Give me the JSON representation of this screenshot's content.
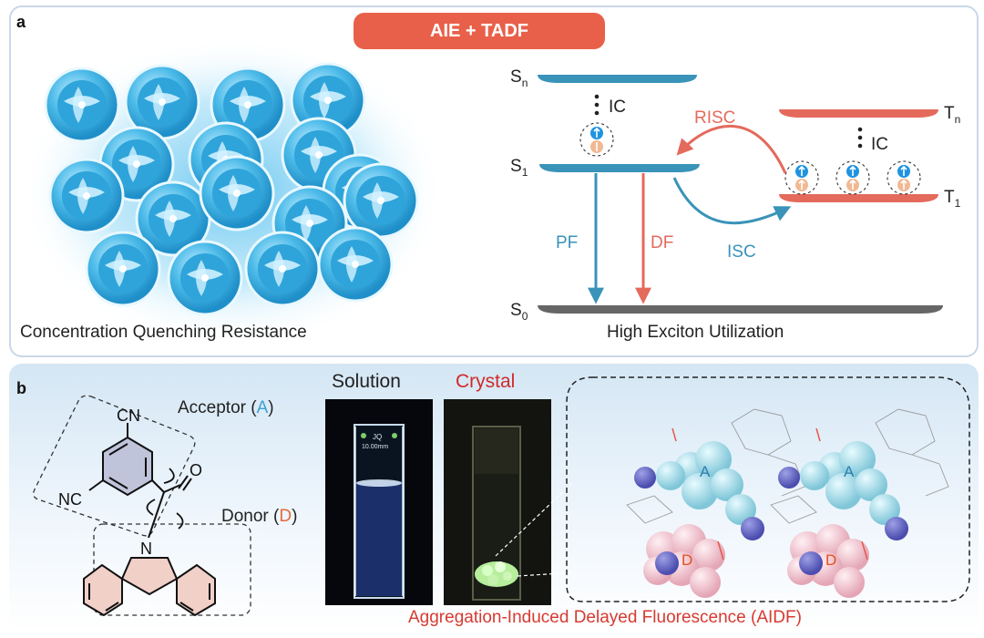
{
  "panel_a": {
    "label": "a",
    "banner": "AIE + TADF",
    "left_caption": "Concentration Quenching Resistance",
    "right_caption": "High Exciton Utilization",
    "levels": {
      "sn": "S",
      "s1": "S",
      "s0": "S",
      "tn": "T",
      "t1": "T",
      "sub_n": "n",
      "sub_1": "1",
      "sub_0": "0"
    },
    "transitions": {
      "ic_top": "IC",
      "ic_right": "IC",
      "risc": "RISC",
      "isc": "ISC",
      "pf": "PF",
      "df": "DF"
    },
    "colors": {
      "singlet": "#3a93b8",
      "triplet": "#e46a5c",
      "ground": "#666666",
      "banner": "#e9604a"
    }
  },
  "panel_b": {
    "label": "b",
    "acceptor_prefix": "Acceptor (",
    "acceptor_letter": "A",
    "donor_prefix": "Donor (",
    "donor_letter": "D",
    "close_paren": ")",
    "cn_top": "CN",
    "nc_left": "NC",
    "o_atom": "O",
    "n_atom": "N",
    "solution": "Solution",
    "crystal": "Crystal",
    "cuvette_mark_1": "JQ",
    "cuvette_mark_2": "10.00mm",
    "aidf_caption": "Aggregation-Induced Delayed Fluorescence (AIDF)",
    "mol_a": "A",
    "mol_d": "D"
  }
}
